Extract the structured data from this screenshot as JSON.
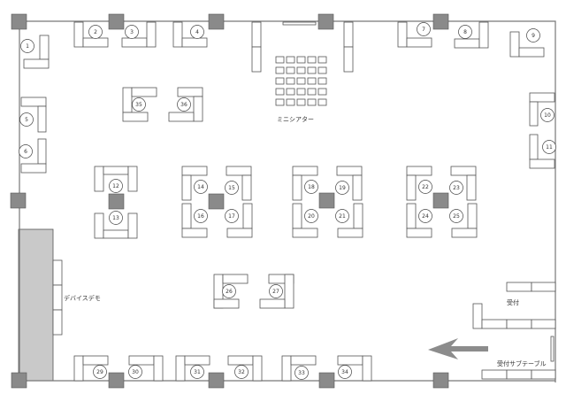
{
  "title": "Floor layout",
  "labels": {
    "mini_theater": "ミニシアター",
    "device_demo": "デバイスデモ",
    "reception": "受付",
    "reception_sub_table": "受付サブテーブル"
  },
  "seats": [
    "1",
    "2",
    "3",
    "4",
    "5",
    "6",
    "7",
    "8",
    "9",
    "10",
    "11",
    "12",
    "13",
    "14",
    "15",
    "16",
    "17",
    "18",
    "19",
    "20",
    "21",
    "22",
    "23",
    "24",
    "25",
    "26",
    "27",
    "29",
    "30",
    "31",
    "32",
    "33",
    "34",
    "35",
    "36"
  ],
  "colors": {
    "wall": "#777777",
    "pillar": "#8a8a8a",
    "demo_area": "#c9c9c9",
    "arrow": "#8c8c8c",
    "furniture": "#555555"
  }
}
